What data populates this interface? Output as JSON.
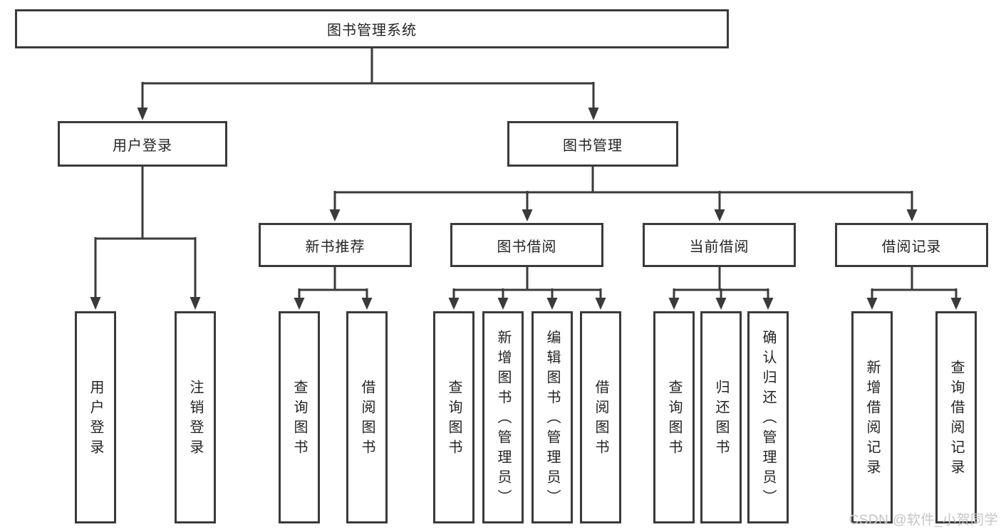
{
  "tree": {
    "root": "图书管理系统",
    "level2": [
      {
        "label": "用户登录",
        "children": [
          "用户登录",
          "注销登录"
        ]
      },
      {
        "label": "图书管理",
        "children": [
          {
            "label": "新书推荐",
            "children": [
              "查询图书",
              "借阅图书"
            ]
          },
          {
            "label": "图书借阅",
            "children": [
              "查询图书",
              "新增图书（管理员）",
              "编辑图书（管理员）",
              "借阅图书"
            ]
          },
          {
            "label": "当前借阅",
            "children": [
              "查询图书",
              "归还图书",
              "确认归还（管理员）"
            ]
          },
          {
            "label": "借阅记录",
            "children": [
              "新增借阅记录",
              "查询借阅记录"
            ]
          }
        ]
      }
    ]
  },
  "watermark": "CSDN @软件_小贺同学",
  "colors": {
    "line": "#3a3a3a",
    "box_border": "#3a3a3a",
    "box_background": "#ffffff",
    "text": "#242424",
    "watermark_text": "#c4c4c4",
    "background": "#ffffff"
  }
}
